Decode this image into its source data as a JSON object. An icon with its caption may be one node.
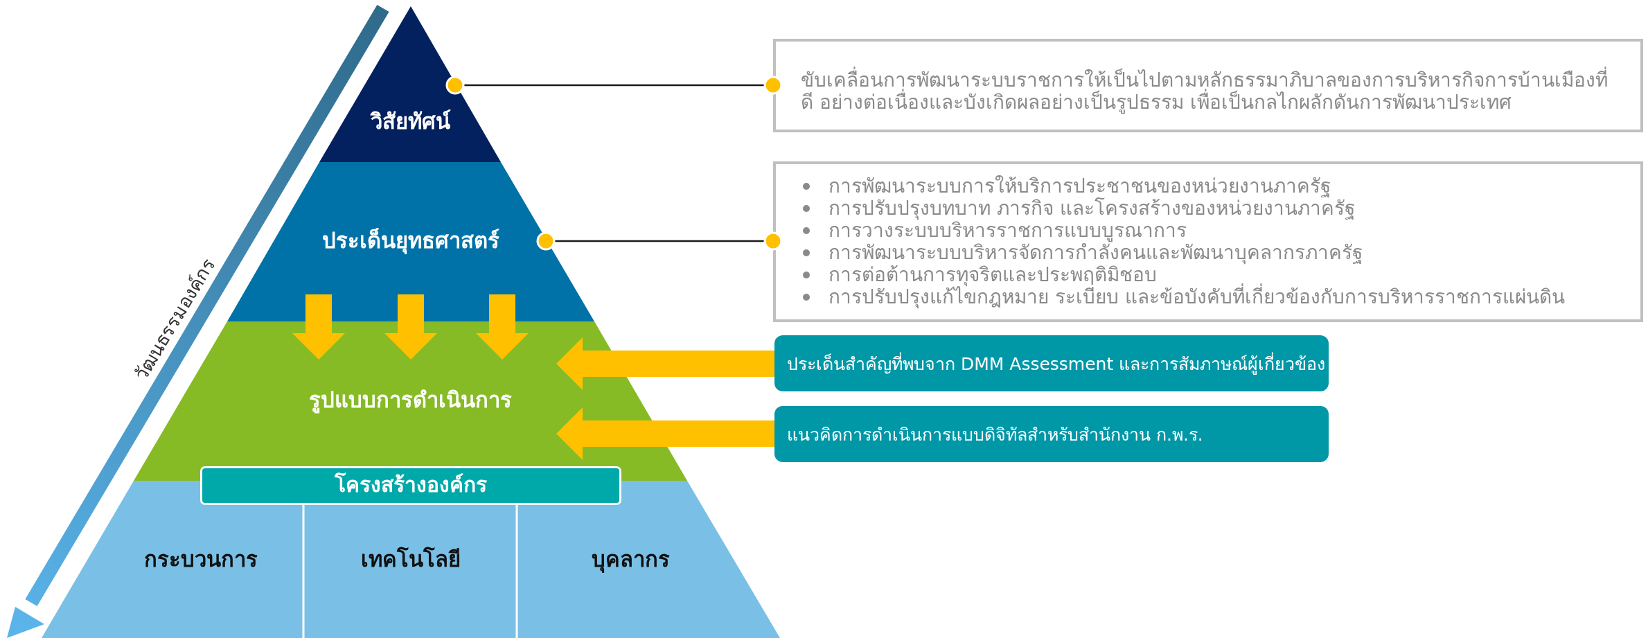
{
  "diagram": {
    "nodes": [
      {
        "text": [
          "วิสัยทัศน์"
        ]
      },
      {
        "text": [
          "ประเด็นยุทธศาสตร์"
        ]
      },
      {
        "text": [
          "รูปแบบการดำเนินการ"
        ]
      },
      {
        "text": [
          "โครงสร้างองค์กร"
        ]
      },
      {
        "text": [
          "กระบวนการ"
        ],
        "in": 3
      },
      {
        "text": [
          "เทคโนโลยี"
        ],
        "in": 3
      },
      {
        "text": [
          "บุคลากร"
        ],
        "in": 3
      },
      {
        "text": [
          "ขับเคลื่อนการพัฒนาระบบราชการให้เป็นไปตามหลักธรรมาภิบาลของการบริหารกิจการบ้านเมืองที่ดี อย่างต่อเนื่องและบังเกิดผลอย่างเป็นรูปธรรม เพื่อเป็นกลไกผลักดันการพัฒนาประเทศ"
        ]
      },
      {
        "text": [
          "การพัฒนาระบบการให้บริการประชาชนของหน่วยงานภาครัฐ",
          "การปรับปรุงบทบาท ภารกิจ และโครงสร้างของหน่วยงานภาครัฐ",
          "การวางระบบบริหารราชการแบบบูรณาการ",
          "การพัฒนาระบบบริหารจัดการกำลังคนและพัฒนาบุคลากรภาครัฐ",
          "การต่อต้านการทุจริตและประพฤติมิชอบ",
          "การปรับปรุงแก้ไขกฎหมาย ระเบียบ และข้อบังคับที่เกี่ยวข้องกับการบริหารราชการแผ่นดิน"
        ]
      },
      {
        "text": [
          "ประเด็นสำคัญที่พบจาก DMM Assessment และการสัมภาษณ์ผู้เกี่ยวข้อง"
        ]
      },
      {
        "text": [
          "แนวคิดการดำเนินการแบบดิจิทัลสำหรับสำนักงาน ก.พ.ร."
        ]
      }
    ],
    "edges": [
      {
        "from": 0,
        "to": 7,
        "arrow": "other",
        "color": "#1a1a1a"
      },
      {
        "from": 1,
        "to": 8,
        "arrow": "other",
        "color": "#1a1a1a"
      },
      {
        "from": 1,
        "to": 2,
        "arrow": "to",
        "style": "thick"
      },
      {
        "from": 1,
        "to": 2,
        "arrow": "to",
        "style": "thick"
      },
      {
        "from": 1,
        "to": 2,
        "arrow": "to",
        "style": "thick"
      },
      {
        "from": 9,
        "to": 2,
        "arrow": "to",
        "style": "thick"
      },
      {
        "from": 10,
        "to": 2,
        "arrow": "to",
        "style": "thick"
      }
    ],
    "labels": [
      "วัฒนธรรมองค์กร"
    ]
  }
}
